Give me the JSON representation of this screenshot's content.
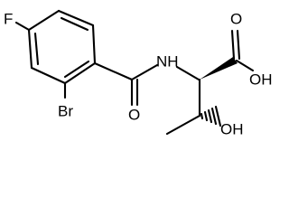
{
  "structure": {
    "atoms": {
      "fluorine": "F",
      "bromine": "Br",
      "amide_oxygen": "O",
      "amide_nitrogen": "NH",
      "acid_oxygen": "O",
      "acid_hydroxyl": "OH",
      "side_chain_hydroxyl": "OH"
    }
  }
}
